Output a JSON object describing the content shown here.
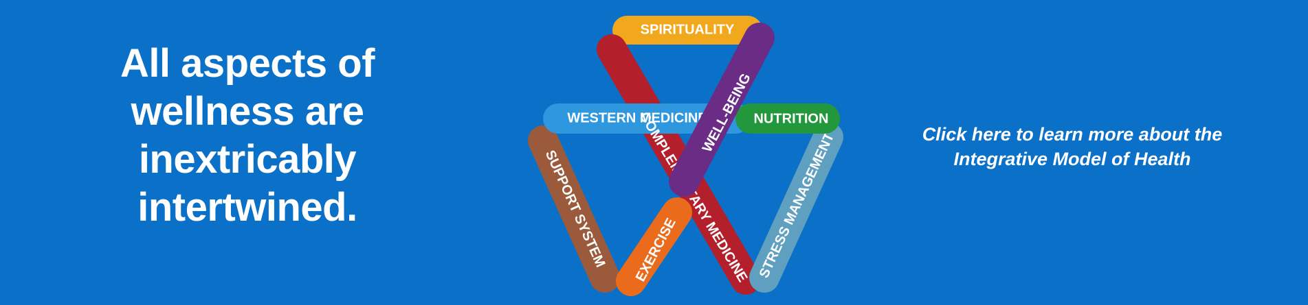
{
  "headline": {
    "lines": [
      "All aspects of",
      "wellness are",
      "inextricably",
      "intertwined."
    ]
  },
  "diagram": {
    "ribbons": {
      "spirituality": "SPIRITUALITY",
      "western_medicine": "WESTERN MEDICINE",
      "nutrition": "NUTRITION",
      "well_being": "WELL-BEING",
      "support_system": "SUPPORT SYSTEM",
      "exercise": "EXERCISE",
      "complementary_medicine": "COMPLEMENTARY MEDICINE",
      "stress_management": "STRESS MANAGEMENT"
    },
    "colors": {
      "background": "#0b70c8",
      "spirituality": "#f2a81d",
      "western_medicine": "#2e97dd",
      "nutrition": "#23973b",
      "well_being": "#6b2c86",
      "support_system": "#9b5a3c",
      "exercise": "#ea6b1c",
      "complementary_medicine": "#b3202c",
      "stress_management": "#5f9fbf"
    }
  },
  "cta": {
    "line1": "Click here to learn more about the",
    "line2": "Integrative Model of Health"
  }
}
